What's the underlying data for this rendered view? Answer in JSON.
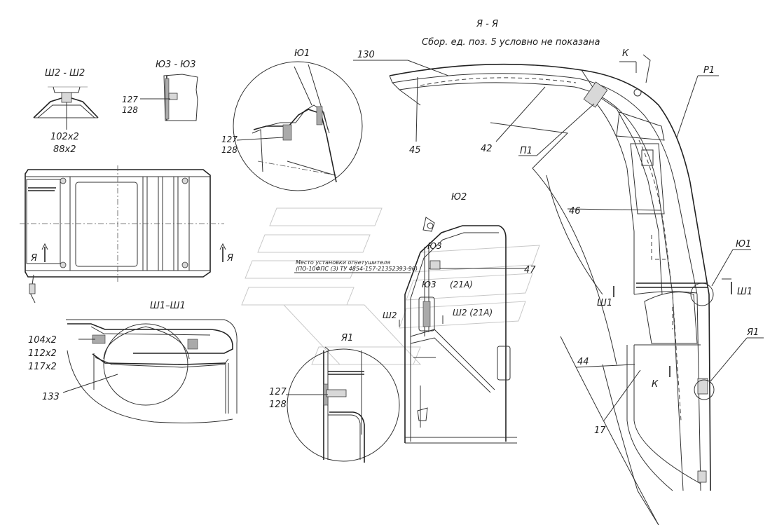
{
  "section_titles": {
    "main_section": "Я - Я",
    "main_note": "Сбор. ед. поз. 5 условно не показана",
    "sh2": "Ш2 - Ш2",
    "yu3": "Ю3 - Ю3",
    "yu1": "Ю1",
    "yu2": "Ю2",
    "sh1": "Ш1–Ш1",
    "ya1": "Я1"
  },
  "callouts": {
    "p130": "130",
    "p45": "45",
    "p42": "42",
    "p1_lower": "П1",
    "r1": "Р1",
    "k_top": "К",
    "p46": "46",
    "yu1_marker": "Ю1",
    "sh1_left": "Ш1",
    "sh1_right": "Ш1",
    "ya1_marker": "Я1",
    "p44": "44",
    "k_bottom": "К",
    "p17": "17",
    "p47": "47",
    "yu3_marker": "Ю3",
    "yu3_marker2": "Ю3",
    "p21a_1": "(21А)",
    "sh2_left": "Ш2",
    "sh2_right": "Ш2 (21А)",
    "ya_left": "Я",
    "ya_right": "Я",
    "p127_a": "127",
    "p128_a": "128",
    "p127_b": "127",
    "p128_b": "128",
    "p127_c": "127",
    "p128_c": "128",
    "p102": "102х2",
    "p88": "88х2",
    "p104": "104х2",
    "p112": "112х2",
    "p117": "117х2",
    "p133": "133"
  },
  "note": {
    "line1": "Место установки огнетушителя",
    "line2": "(ПО-10ФПС (3)  ТУ 4854-157-21352393-96)"
  }
}
